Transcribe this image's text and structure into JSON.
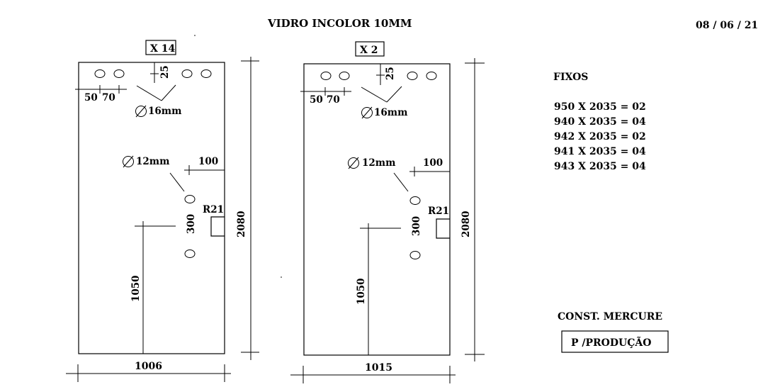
{
  "header": {
    "title": "VIDRO INCOLOR 10MM",
    "date": "08 / 06 / 21"
  },
  "panels": [
    {
      "quantity": "X 14",
      "width": "1006",
      "height": "2080",
      "hole_spacing_1": "50",
      "hole_spacing_2": "70",
      "top_offset": "25",
      "hole_diameter": "16mm",
      "handle_hole_diameter": "12mm",
      "edge_offset": "100",
      "handle_spacing": "300",
      "radius": "R21",
      "handle_height": "1050"
    },
    {
      "quantity": "X 2",
      "width": "1015",
      "height": "2080",
      "hole_spacing_1": "50",
      "hole_spacing_2": "70",
      "top_offset": "25",
      "hole_diameter": "16mm",
      "handle_hole_diameter": "12mm",
      "edge_offset": "100",
      "handle_spacing": "300",
      "radius": "R21",
      "handle_height": "1050"
    }
  ],
  "fixos": {
    "title": "FIXOS",
    "items": [
      "950 X 2035 = 02",
      "940 X 2035 = 04",
      "942 X 2035 = 02",
      "941 X 2035 = 04",
      "943 X 2035 = 04"
    ]
  },
  "client": "CONST. MERCURE",
  "status": "P /PRODUÇÃO"
}
